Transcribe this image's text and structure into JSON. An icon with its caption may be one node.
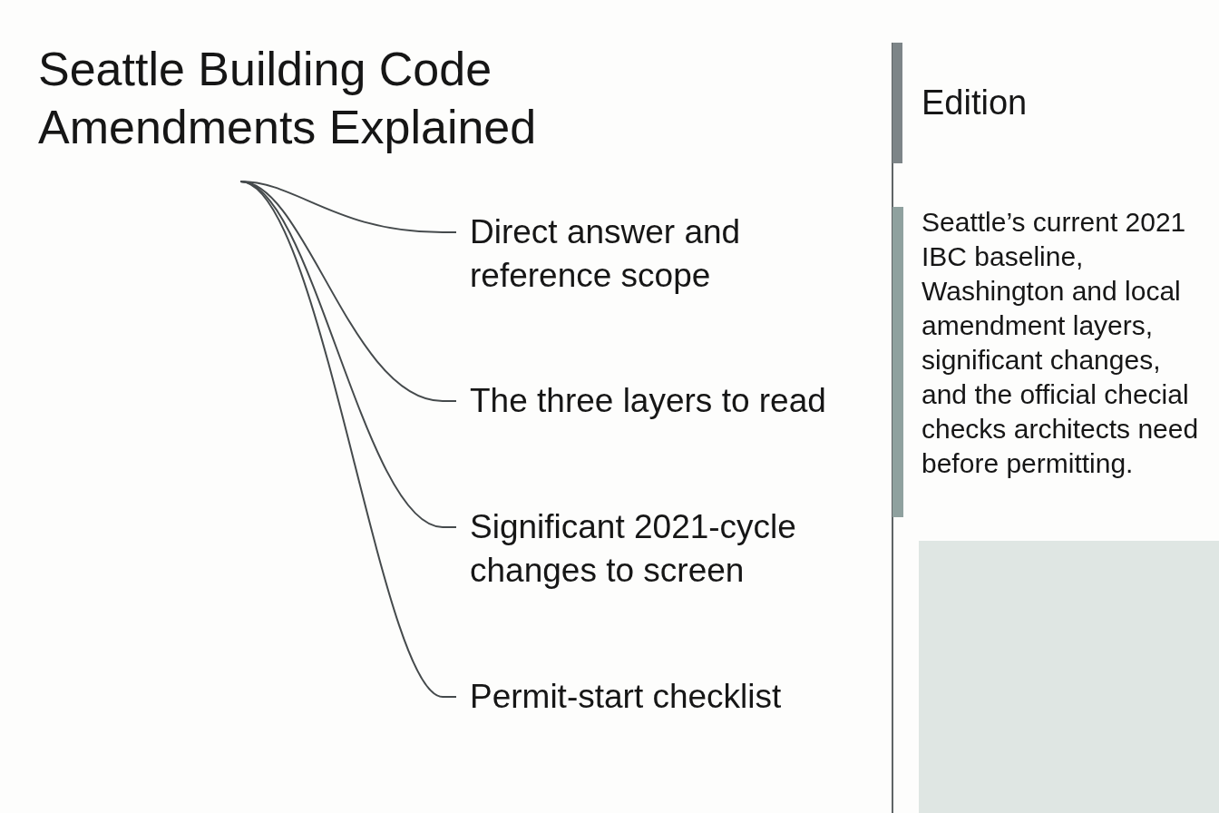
{
  "diagram": {
    "title": "Seattle Building Code Amendments Explained",
    "nodes": [
      {
        "text": [
          "Direct answer and reference scope"
        ]
      },
      {
        "text": [
          "The three layers to read"
        ]
      },
      {
        "text": [
          "Significant 2021-cycle changes to screen"
        ]
      },
      {
        "text": [
          "Permit-start checklist"
        ]
      }
    ],
    "edges": [
      {
        "from": null,
        "to": 0,
        "arrow": "none"
      },
      {
        "from": null,
        "to": 1,
        "arrow": "none"
      },
      {
        "from": null,
        "to": 2,
        "arrow": "none"
      },
      {
        "from": null,
        "to": 3,
        "arrow": "none"
      }
    ],
    "labels": [
      "Edition",
      "Seattle’s current 2021 IBC baseline, Washington and local amendment layers, significant changes, and the official checial checks architects need before permitting."
    ]
  }
}
